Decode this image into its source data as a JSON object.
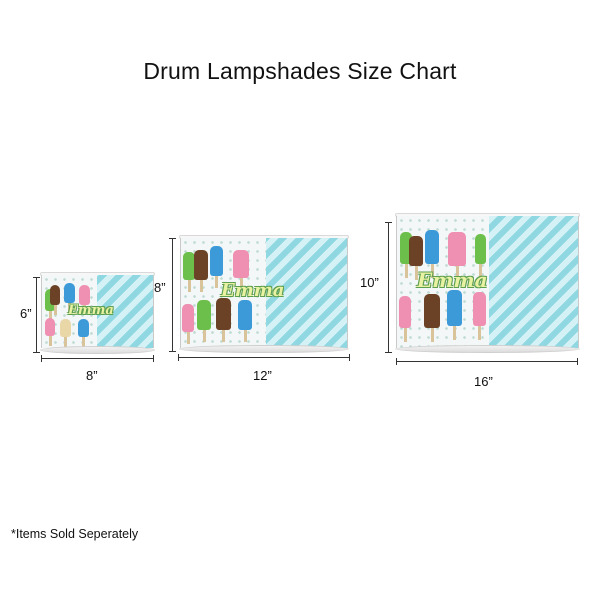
{
  "title": "Drum Lampshades Size Chart",
  "note": "*Items Sold Seperately",
  "shades": [
    {
      "name_text": "Emma",
      "height_label": "6”",
      "width_label": "8”"
    },
    {
      "name_text": "Emma",
      "height_label": "8”",
      "width_label": "12”"
    },
    {
      "name_text": "Emma",
      "height_label": "10”",
      "width_label": "16”"
    }
  ],
  "colors": {
    "stripe_blue": "#8fd8e2",
    "stripe_light": "#d4f1f5",
    "pop_blue": "#3d9ad9",
    "pop_green": "#6cbf4a",
    "pop_pink": "#ef8fb2",
    "pop_brown": "#6b4226",
    "pop_vanilla": "#e9d7a8"
  }
}
